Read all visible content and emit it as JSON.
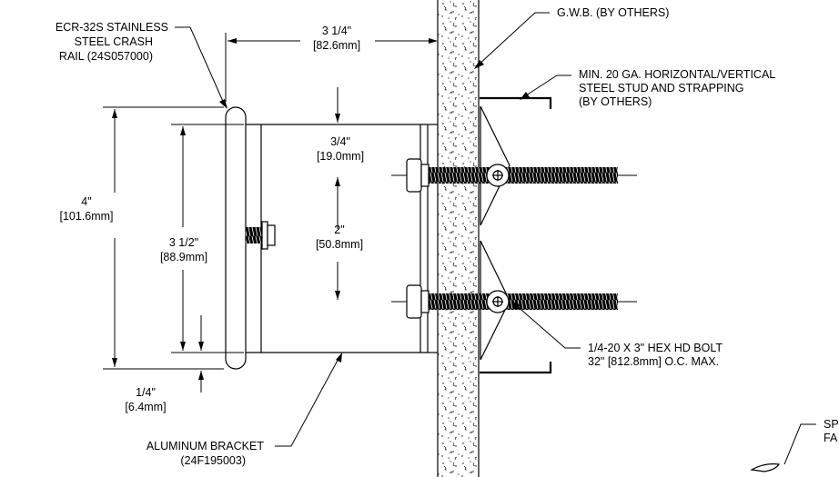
{
  "labels": {
    "crash_rail_1": "ECR-32S STAINLESS",
    "crash_rail_2": "STEEL CRASH",
    "crash_rail_3": "RAIL (24S057000)",
    "gwb": "G.W.B. (BY OTHERS)",
    "stud_1": "MIN. 20 GA. HORIZONTAL/VERTICAL",
    "stud_2": "STEEL STUD AND STRAPPING",
    "stud_3": "(BY OTHERS)",
    "bolt_1": "1/4-20 X 3\" HEX HD BOLT",
    "bolt_2": "32\" [812.8mm] O.C. MAX.",
    "bracket_1": "ALUMINUM BRACKET",
    "bracket_2": "(24F195003)",
    "partial_1": "SP",
    "partial_2": "FA"
  },
  "dimensions": {
    "depth_in": "3 1/4\"",
    "depth_mm": "[82.6mm]",
    "height_in": "4\"",
    "height_mm": "[101.6mm]",
    "bracket_in": "3 1/2\"",
    "bracket_mm": "[88.9mm]",
    "offset_in": "3/4\"",
    "offset_mm": "[19.0mm]",
    "spacing_in": "2\"",
    "spacing_mm": "[50.8mm]",
    "gap_in": "1/4\"",
    "gap_mm": "[6.4mm]"
  }
}
